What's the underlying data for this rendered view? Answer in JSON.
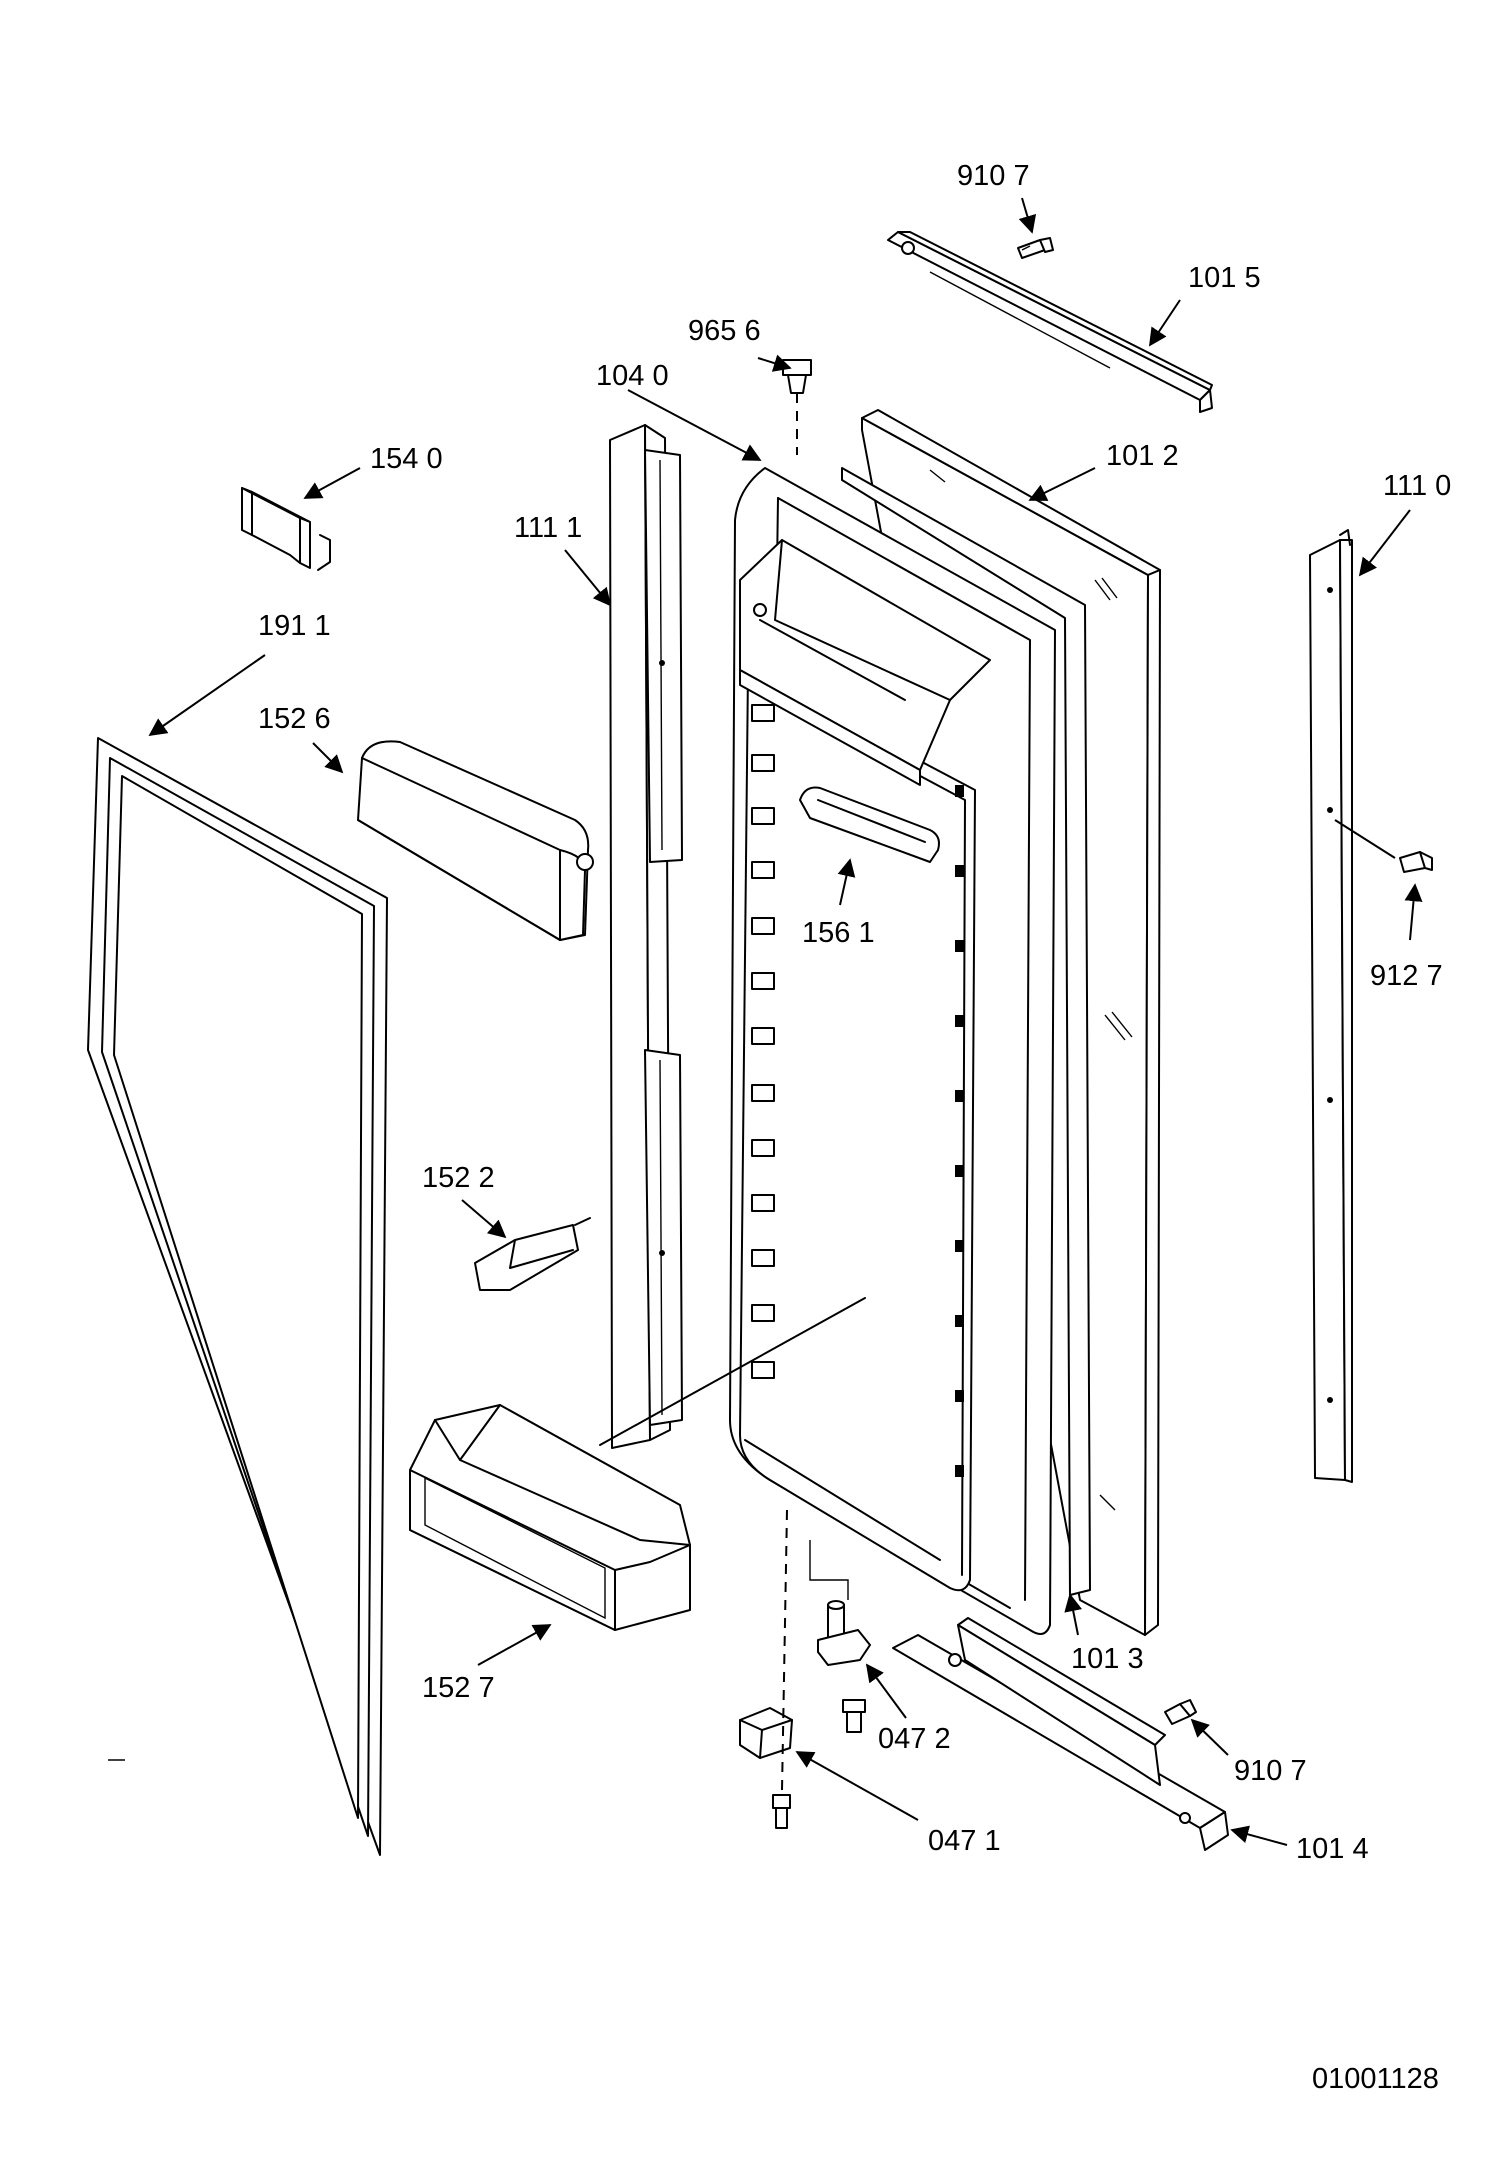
{
  "callouts": [
    {
      "id": "p9107a",
      "text": "910 7"
    },
    {
      "id": "p1015",
      "text": "101 5"
    },
    {
      "id": "p9656",
      "text": "965 6"
    },
    {
      "id": "p1040",
      "text": "104 0"
    },
    {
      "id": "p1540",
      "text": "154 0"
    },
    {
      "id": "p1012",
      "text": "101 2"
    },
    {
      "id": "p1110",
      "text": "111 0"
    },
    {
      "id": "p1111",
      "text": "111 1"
    },
    {
      "id": "p1911",
      "text": "191 1"
    },
    {
      "id": "p1526",
      "text": "152 6"
    },
    {
      "id": "p1561",
      "text": "156 1"
    },
    {
      "id": "p9127",
      "text": "912 7"
    },
    {
      "id": "p1522",
      "text": "152 2"
    },
    {
      "id": "p1013",
      "text": "101 3"
    },
    {
      "id": "p0472",
      "text": "047 2"
    },
    {
      "id": "p9107b",
      "text": "910 7"
    },
    {
      "id": "p1527",
      "text": "152 7"
    },
    {
      "id": "p0471",
      "text": "047 1"
    },
    {
      "id": "p1014",
      "text": "101 4"
    }
  ],
  "drawing_number": "01001128"
}
